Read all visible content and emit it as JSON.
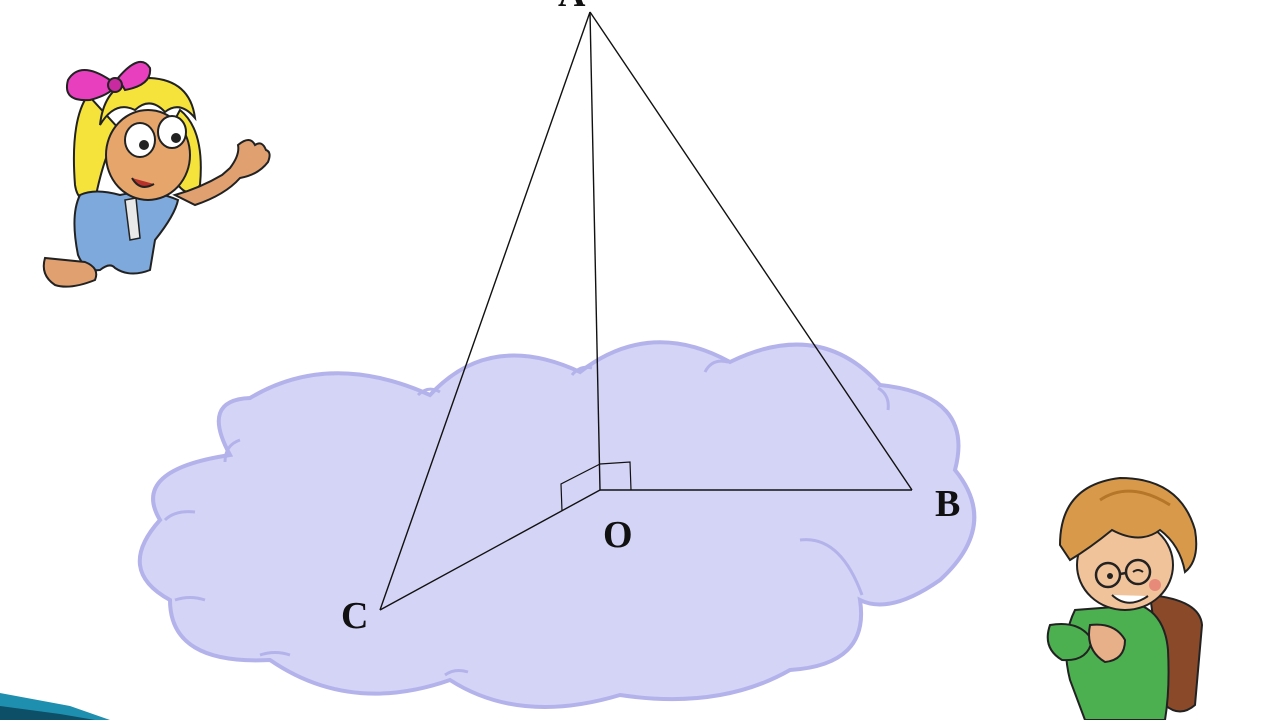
{
  "diagram": {
    "points": {
      "A": {
        "label": "A"
      },
      "O": {
        "label": "O"
      },
      "B": {
        "label": "B"
      },
      "C": {
        "label": "C"
      }
    },
    "plane_color": "#d4d4f6",
    "plane_stroke": "#b4b2ea",
    "line_color": "#111111",
    "corner_accent_color": "#1f8fb0"
  },
  "illustrations": {
    "left_character": "cartoon-girl-waving-icon",
    "right_character": "cartoon-boy-with-backpack-icon"
  }
}
